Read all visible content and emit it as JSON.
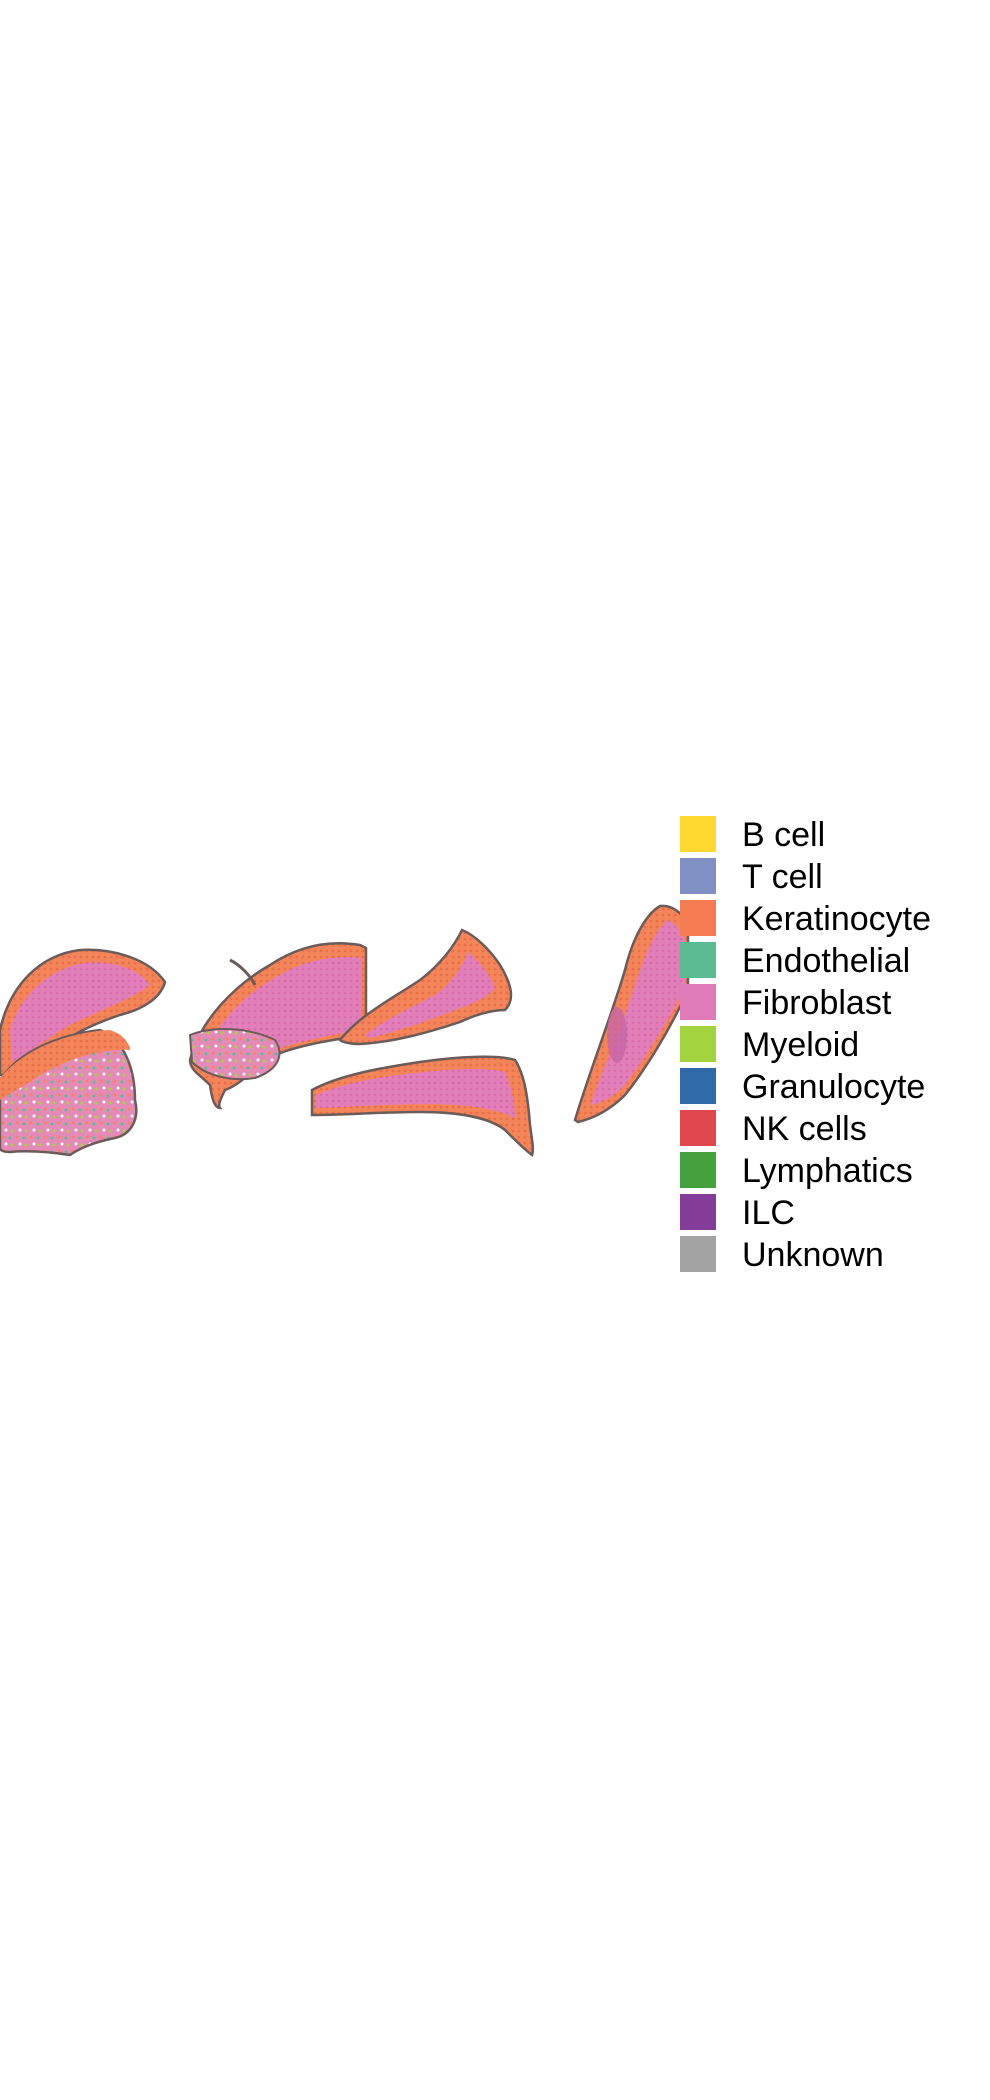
{
  "legend": {
    "items": [
      {
        "label": "B cell",
        "color": "#FFD92F"
      },
      {
        "label": "T cell",
        "color": "#8090C5"
      },
      {
        "label": "Keratinocyte",
        "color": "#F47B52"
      },
      {
        "label": "Endothelial",
        "color": "#5DBB93"
      },
      {
        "label": "Fibroblast",
        "color": "#E07AB8"
      },
      {
        "label": "Myeloid",
        "color": "#A2D43F"
      },
      {
        "label": "Granulocyte",
        "color": "#2F69A8"
      },
      {
        "label": "NK cells",
        "color": "#E0474F"
      },
      {
        "label": "Lymphatics",
        "color": "#45A13E"
      },
      {
        "label": "ILC",
        "color": "#833C97"
      },
      {
        "label": "Unknown",
        "color": "#A3A3A3"
      }
    ]
  },
  "tissue": {
    "outline_color": "#6B5B59",
    "sections": 5
  }
}
